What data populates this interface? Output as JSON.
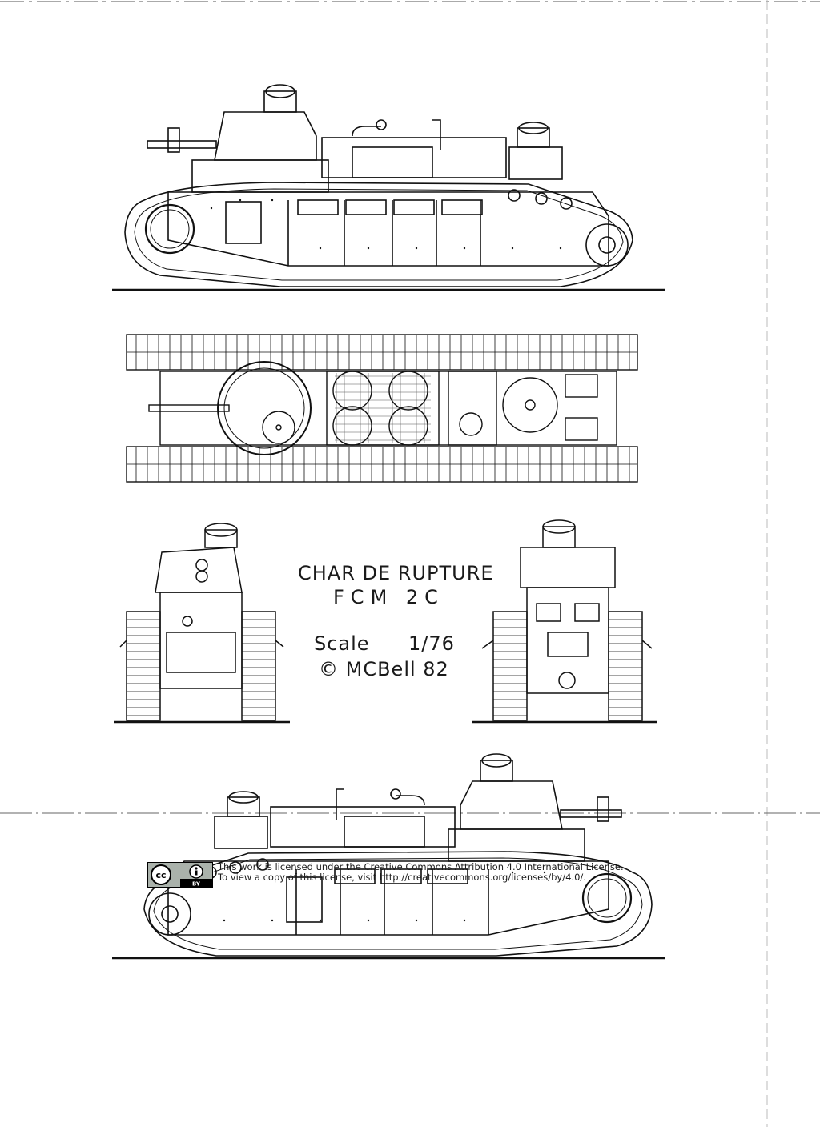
{
  "title": {
    "line1": "CHAR DE RUPTURE",
    "line2": "FCM 2C",
    "scale_label": "Scale",
    "scale_value": "1/76",
    "credit": "© MCBell 82"
  },
  "license": {
    "badge_cc": "cc",
    "badge_by": "BY",
    "line1": "This work is licensed under the Creative Commons Attribution 4.0 International License.",
    "line2": "To view a copy of this license, visit http://creativecommons.org/licenses/by/4.0/."
  },
  "colors": {
    "ink": "#111111",
    "paper": "#ffffff",
    "badge": "#aab2ab"
  }
}
